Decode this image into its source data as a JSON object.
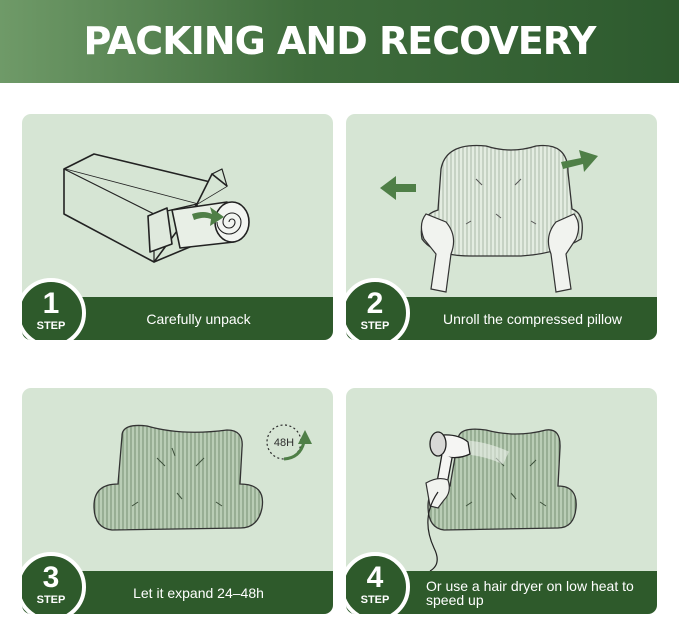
{
  "title": "PACKING AND RECOVERY",
  "steps": [
    {
      "number": "1",
      "step_label": "STEP",
      "caption": "Carefully unpack"
    },
    {
      "number": "2",
      "step_label": "STEP",
      "caption": "Unroll the compressed pillow"
    },
    {
      "number": "3",
      "step_label": "STEP",
      "caption": "Let it expand 24–48h"
    },
    {
      "number": "4",
      "step_label": "STEP",
      "caption": "Or use a hair dryer on low heat to speed up"
    }
  ],
  "timer_label": "48H",
  "colors": {
    "banner": "#3f6d3c",
    "card_bg": "#d6e5d4",
    "caption_bar": "#2e5a2b",
    "accent_arrow": "#4f7f47"
  },
  "icons": [
    "box-roll-illustration",
    "pillow-unroll-illustration",
    "expanded-pillow-illustration",
    "hair-dryer-illustration",
    "clock-48h-icon"
  ]
}
